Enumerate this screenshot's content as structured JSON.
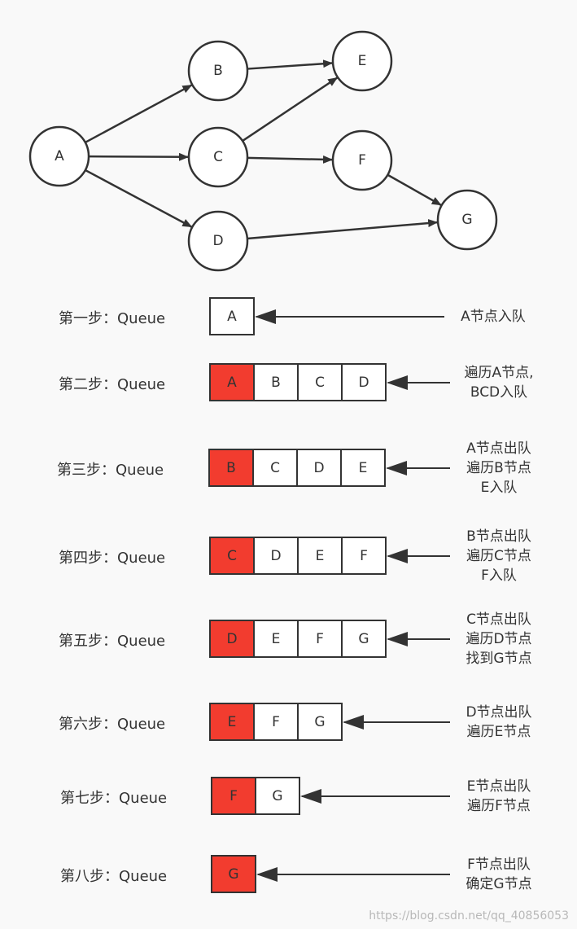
{
  "graph": {
    "nodes": {
      "A": "A",
      "B": "B",
      "C": "C",
      "D": "D",
      "E": "E",
      "F": "F",
      "G": "G"
    },
    "edges": [
      [
        "A",
        "B"
      ],
      [
        "A",
        "C"
      ],
      [
        "A",
        "D"
      ],
      [
        "B",
        "E"
      ],
      [
        "C",
        "E"
      ],
      [
        "C",
        "F"
      ],
      [
        "D",
        "G"
      ],
      [
        "F",
        "G"
      ]
    ]
  },
  "steps": [
    {
      "label": "第一步：Queue",
      "cells": [
        "A"
      ],
      "removed": [
        false
      ],
      "note": [
        "A节点入队"
      ]
    },
    {
      "label": "第二步：Queue",
      "cells": [
        "A",
        "B",
        "C",
        "D"
      ],
      "removed": [
        true,
        false,
        false,
        false
      ],
      "note": [
        "遍历A节点,",
        "BCD入队"
      ]
    },
    {
      "label": "第三步：Queue",
      "cells": [
        "B",
        "C",
        "D",
        "E"
      ],
      "removed": [
        true,
        false,
        false,
        false
      ],
      "note": [
        "A节点出队",
        "遍历B节点",
        "E入队"
      ]
    },
    {
      "label": "第四步：Queue",
      "cells": [
        "C",
        "D",
        "E",
        "F"
      ],
      "removed": [
        true,
        false,
        false,
        false
      ],
      "note": [
        "B节点出队",
        "遍历C节点",
        "F入队"
      ]
    },
    {
      "label": "第五步：Queue",
      "cells": [
        "D",
        "E",
        "F",
        "G"
      ],
      "removed": [
        true,
        false,
        false,
        false
      ],
      "note": [
        "C节点出队",
        "遍历D节点",
        "找到G节点"
      ]
    },
    {
      "label": "第六步：Queue",
      "cells": [
        "E",
        "F",
        "G"
      ],
      "removed": [
        true,
        false,
        false
      ],
      "note": [
        "D节点出队",
        "遍历E节点"
      ]
    },
    {
      "label": "第七步：Queue",
      "cells": [
        "F",
        "G"
      ],
      "removed": [
        true,
        false
      ],
      "note": [
        "E节点出队",
        "遍历F节点"
      ]
    },
    {
      "label": "第八步：Queue",
      "cells": [
        "G"
      ],
      "removed": [
        true
      ],
      "note": [
        "F节点出队",
        "确定G节点"
      ]
    }
  ],
  "colors": {
    "removed": "#f23c2f",
    "stroke": "#333333",
    "background": "#f9f9f9"
  },
  "watermark": "https://blog.csdn.net/qq_40856053"
}
